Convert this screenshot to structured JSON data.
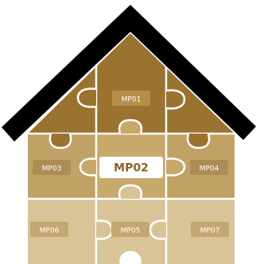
{
  "pieces": [
    {
      "id": "mp01",
      "label": "MP01"
    },
    {
      "id": "mp02",
      "label": "MP02"
    },
    {
      "id": "mp03",
      "label": "MP03"
    },
    {
      "id": "mp04",
      "label": "MP04"
    },
    {
      "id": "mp05",
      "label": "MP05"
    },
    {
      "id": "mp06",
      "label": "MP06"
    },
    {
      "id": "mp07",
      "label": "MP07"
    }
  ],
  "colors": {
    "roof": "#000000",
    "attic": "#9b7330",
    "middle_row": "#c1a266",
    "bottom_row": "#d9c497",
    "grid_lines": "#ffffff",
    "label_box_attic": "#b58e4a",
    "label_box_middle": "#ad8d53",
    "label_box_bottom": "#c3a86f",
    "center_label_text": "#8a6424",
    "center_label_background": "#ffffff"
  }
}
